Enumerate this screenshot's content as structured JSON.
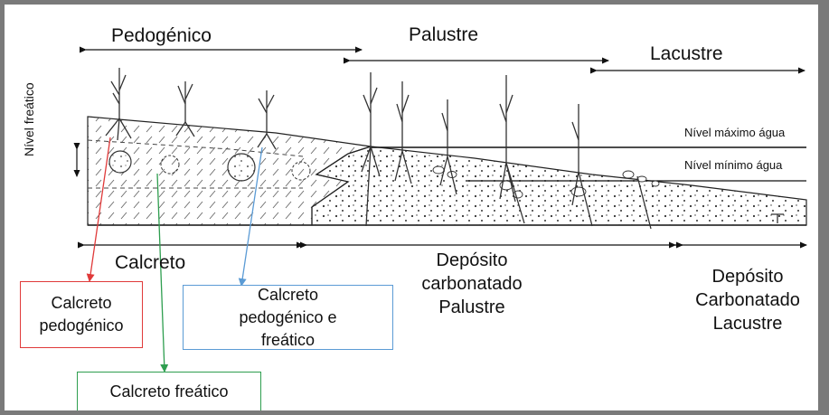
{
  "zones": {
    "pedogenico": "Pedogénico",
    "palustre": "Palustre",
    "lacustre": "Lacustre"
  },
  "water_levels": {
    "max": "Nível máximo água",
    "min": "Nível mínimo água",
    "freatico": "Nível freático"
  },
  "deposits": {
    "calcreto": "Calcreto",
    "palustre": "Depósito carbonatado Palustre",
    "lacustre": "Depósito Carbonatado Lacustre"
  },
  "callouts": {
    "pedogenico": "Calcreto pedogénico",
    "pedo_freatico": "Calcreto pedogénico e freático",
    "freatico": "Calcreto freático"
  },
  "colors": {
    "callout_red": "#e03a3a",
    "callout_blue": "#5b9bd5",
    "callout_green": "#2e9e4f",
    "frame": "#7a7a7a"
  }
}
